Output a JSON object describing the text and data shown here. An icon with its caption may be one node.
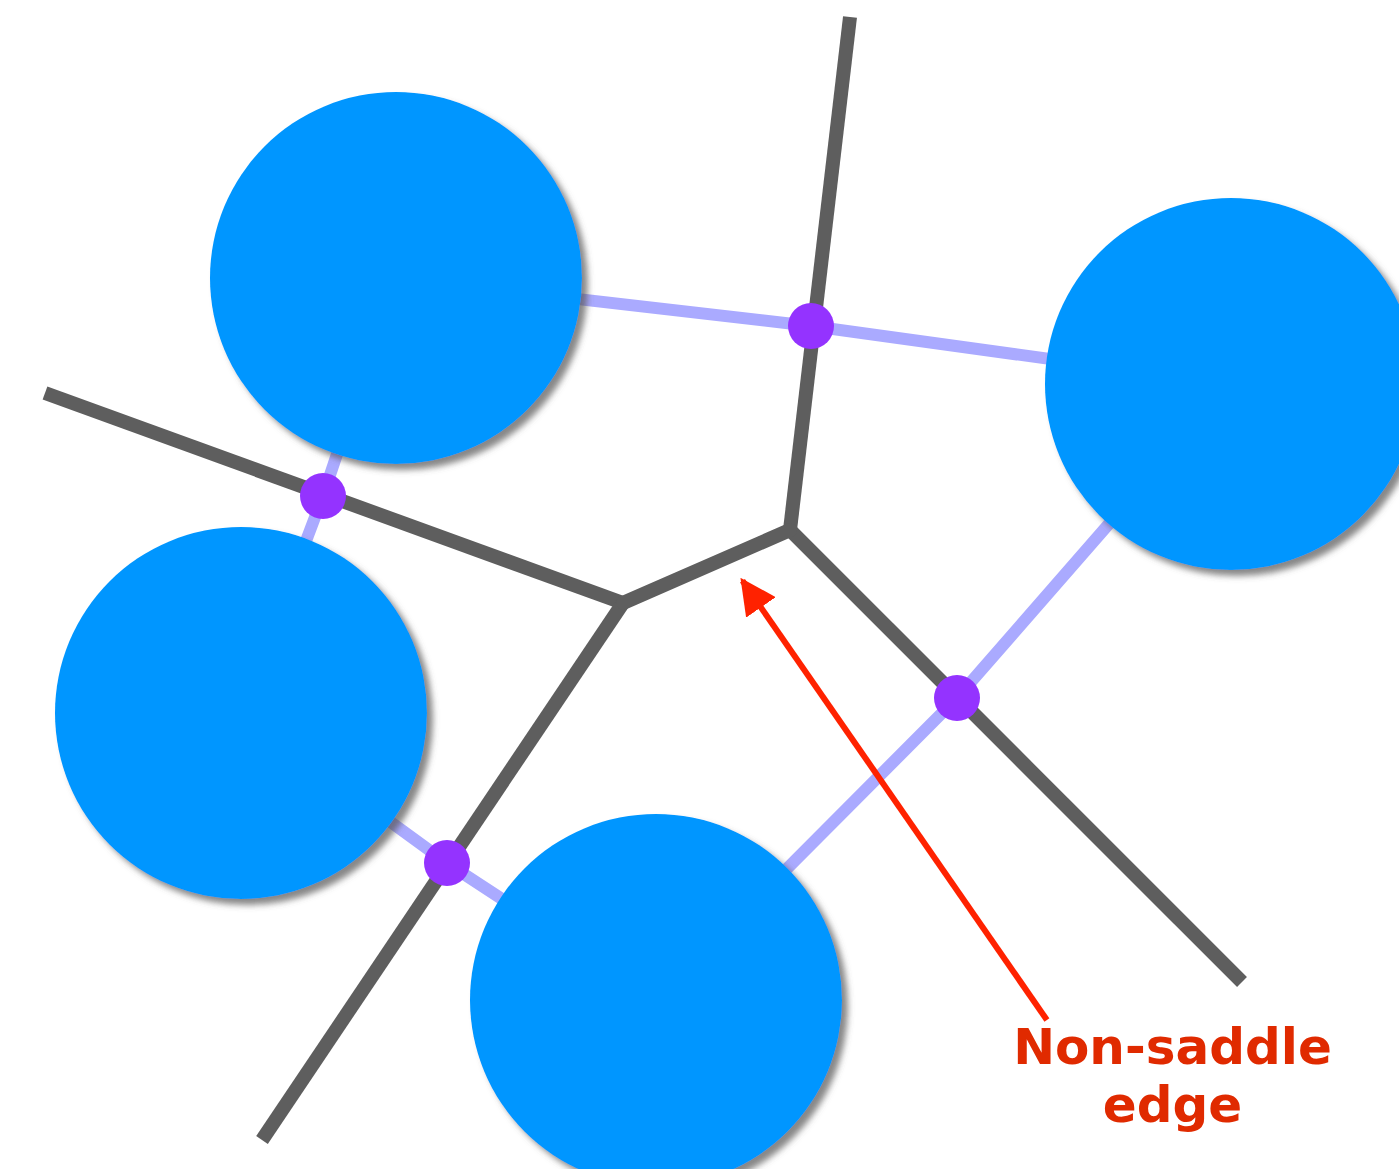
{
  "diagram": {
    "nodes": [
      {
        "text": [
          "Non-saddle edge"
        ]
      },
      {
        "text": [],
        "shape": "line"
      }
    ],
    "edges": [
      {
        "from": 0,
        "to": 1,
        "arrow": "to",
        "color": "#ff2200"
      }
    ]
  }
}
